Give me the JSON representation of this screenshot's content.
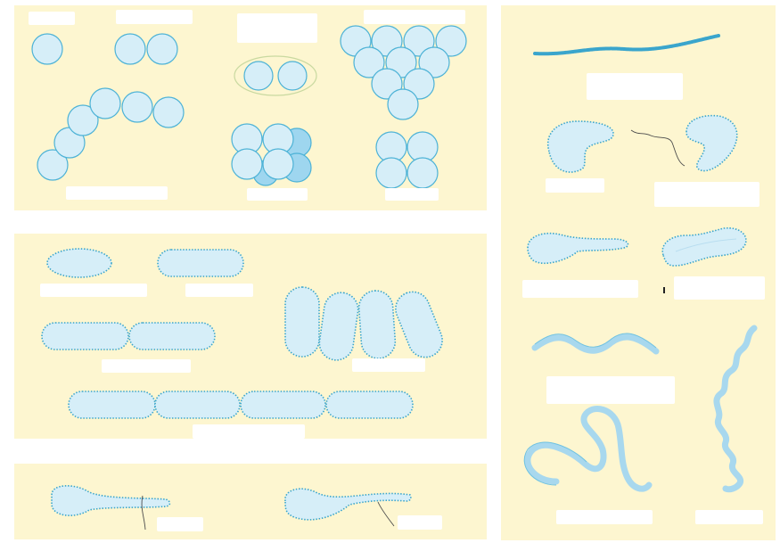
{
  "figure": {
    "title": "",
    "panels": [
      {
        "name": "cocci",
        "labels": [
          "",
          "",
          "",
          "",
          "",
          "",
          "",
          ""
        ]
      },
      {
        "name": "bacilli",
        "labels": [
          "",
          "",
          "",
          "",
          "",
          ""
        ]
      },
      {
        "name": "flagellated-bacilli",
        "labels": [
          "",
          ""
        ]
      },
      {
        "name": "curved-and-spiral",
        "labels": [
          "",
          "",
          "",
          "",
          "",
          "",
          "",
          "",
          ""
        ]
      }
    ]
  },
  "colors": {
    "panel_bg": "#fdf6d0",
    "cell_fill": "#d6eef8",
    "cell_stroke": "#4cb2d6",
    "label_bg": "#ffffff"
  }
}
